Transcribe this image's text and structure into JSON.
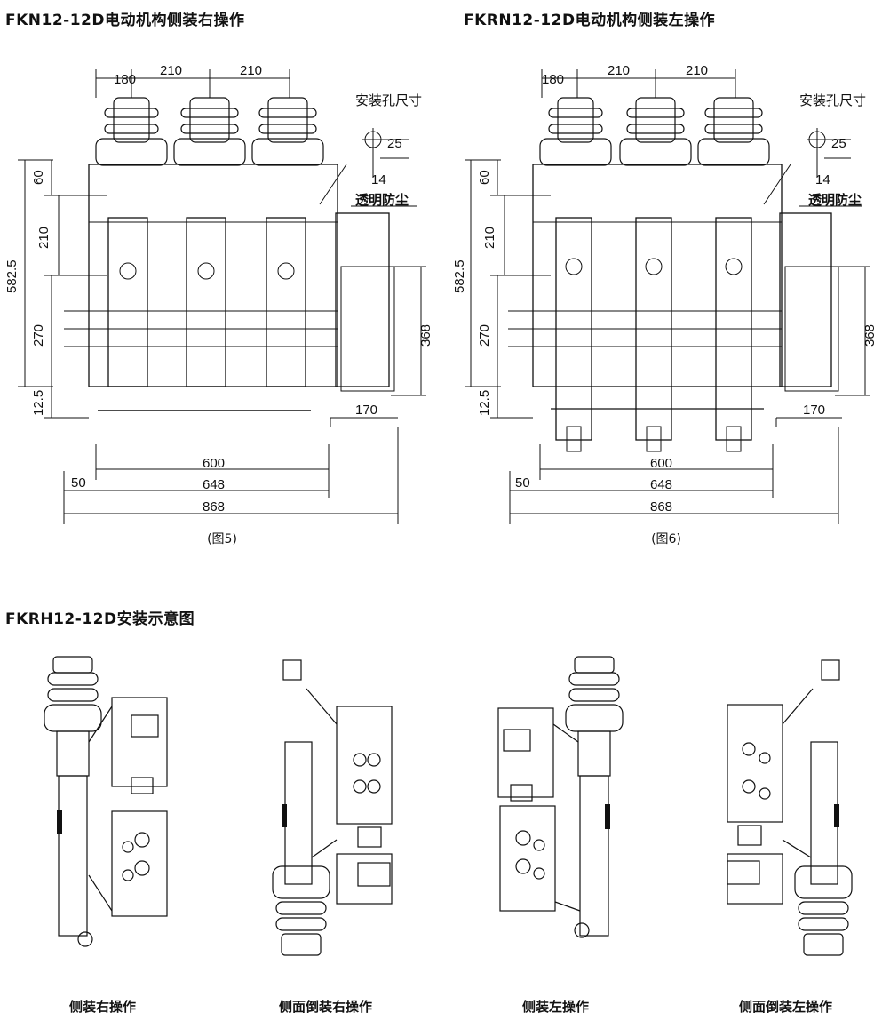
{
  "figures": [
    {
      "title": "FKN12-12D电动机构侧装右操作",
      "caption": "(图5)",
      "dims": {
        "d180": "180",
        "d210a": "210",
        "d210b": "210",
        "d60": "60",
        "d210v": "210",
        "d582": "582.5",
        "d270": "270",
        "d125": "12.5",
        "d368": "368",
        "d170": "170",
        "d600": "600",
        "d648": "648",
        "d868": "868",
        "d50": "50",
        "d25": "25",
        "d14": "14"
      },
      "labels": {
        "mount_hole": "安装孔尺寸",
        "dustproof": "透明防尘"
      }
    },
    {
      "title": "FKRN12-12D电动机构侧装左操作",
      "caption": "(图6)",
      "dims": {
        "d180": "180",
        "d210a": "210",
        "d210b": "210",
        "d60": "60",
        "d210v": "210",
        "d582": "582.5",
        "d270": "270",
        "d125": "12.5",
        "d368": "368",
        "d170": "170",
        "d600": "600",
        "d648": "648",
        "d868": "868",
        "d50": "50",
        "d25": "25",
        "d14": "14"
      },
      "labels": {
        "mount_hole": "安装孔尺寸",
        "dustproof": "透明防尘"
      }
    }
  ],
  "installation": {
    "title": "FKRH12-12D安装示意图",
    "views": [
      {
        "caption": "侧装右操作"
      },
      {
        "caption": "侧面倒装右操作"
      },
      {
        "caption": "侧装左操作"
      },
      {
        "caption": "侧面倒装左操作"
      }
    ]
  }
}
